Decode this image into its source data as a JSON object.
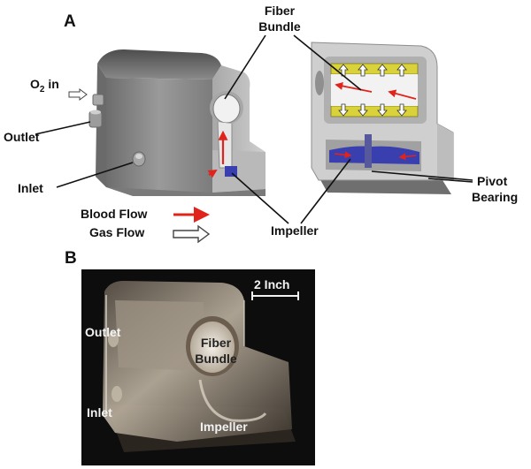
{
  "panel_a": {
    "letter": "A",
    "labels": {
      "fiber_bundle_line1": "Fiber",
      "fiber_bundle_line2": "Bundle",
      "o2_prefix": "O",
      "o2_sub": "2",
      "o2_suffix": " in",
      "outlet": "Outlet",
      "inlet": "Inlet",
      "pivot_line1": "Pivot",
      "pivot_line2": "Bearing",
      "impeller": "Impeller"
    },
    "legend": {
      "blood_flow": "Blood Flow",
      "gas_flow": "Gas Flow",
      "blood_color": "#e0241b",
      "gas_color": "#ffffff"
    }
  },
  "panel_b": {
    "letter": "B",
    "scale_bar": "2 Inch",
    "labels": {
      "outlet": "Outlet",
      "fiber_line1": "Fiber",
      "fiber_line2": "Bundle",
      "inlet": "Inlet",
      "impeller": "Impeller"
    }
  },
  "colors": {
    "body_gray": "#8e8e8e",
    "fiber_yellow": "#d9d23a",
    "impeller_blue": "#3a3fb0",
    "photo_bg": "#0d0d0d"
  }
}
